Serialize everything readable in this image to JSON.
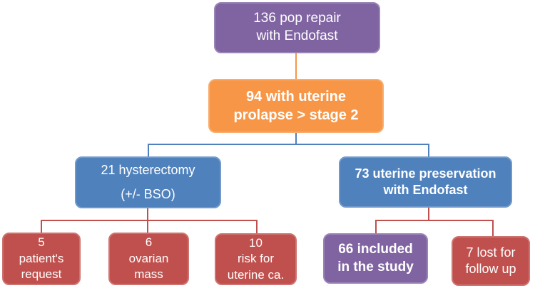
{
  "diagram": {
    "type": "flowchart",
    "title": "",
    "nodes": {
      "root": {
        "lines": [
          "136 pop repair",
          "with Endofast"
        ],
        "color": "#8064A2",
        "bold": false
      },
      "prolapse": {
        "lines": [
          "94 with uterine",
          "prolapse > stage 2"
        ],
        "color": "#F79646",
        "bold": true
      },
      "hysterectomy": {
        "lines": [
          "21 hysterectomy",
          "(+/- BSO)"
        ],
        "color": "#4F81BD",
        "bold": false
      },
      "preservation": {
        "lines": [
          "73 uterine preservation",
          "with Endofast"
        ],
        "color": "#4F81BD",
        "bold": true
      },
      "request": {
        "lines": [
          "5",
          "patient's",
          "request"
        ],
        "color": "#C0504D",
        "bold": false
      },
      "ovarian": {
        "lines": [
          "6",
          "ovarian",
          "mass"
        ],
        "color": "#C0504D",
        "bold": false
      },
      "risk": {
        "lines": [
          "10",
          "risk for",
          "uterine ca."
        ],
        "color": "#C0504D",
        "bold": false
      },
      "included": {
        "lines": [
          "66 included",
          "in the study"
        ],
        "color": "#8064A2",
        "bold": true
      },
      "lost": {
        "lines": [
          "7 lost for",
          "follow up"
        ],
        "color": "#C0504D",
        "bold": false
      }
    },
    "edges": [
      {
        "from": "root",
        "to": "prolapse",
        "color": "#F79646"
      },
      {
        "from": "prolapse",
        "to": "hysterectomy",
        "color": "#4F81BD"
      },
      {
        "from": "prolapse",
        "to": "preservation",
        "color": "#4F81BD"
      },
      {
        "from": "hysterectomy",
        "to": "request",
        "color": "#C0504D"
      },
      {
        "from": "hysterectomy",
        "to": "ovarian",
        "color": "#C0504D"
      },
      {
        "from": "hysterectomy",
        "to": "risk",
        "color": "#C0504D"
      },
      {
        "from": "preservation",
        "to": "included",
        "color": "#C0504D"
      },
      {
        "from": "preservation",
        "to": "lost",
        "color": "#C0504D"
      }
    ],
    "colors": {
      "purple": "#8064A2",
      "orange": "#F79646",
      "blue": "#4F81BD",
      "red": "#C0504D",
      "text": "#FFFFFF",
      "background": "#FFFFFF"
    }
  }
}
